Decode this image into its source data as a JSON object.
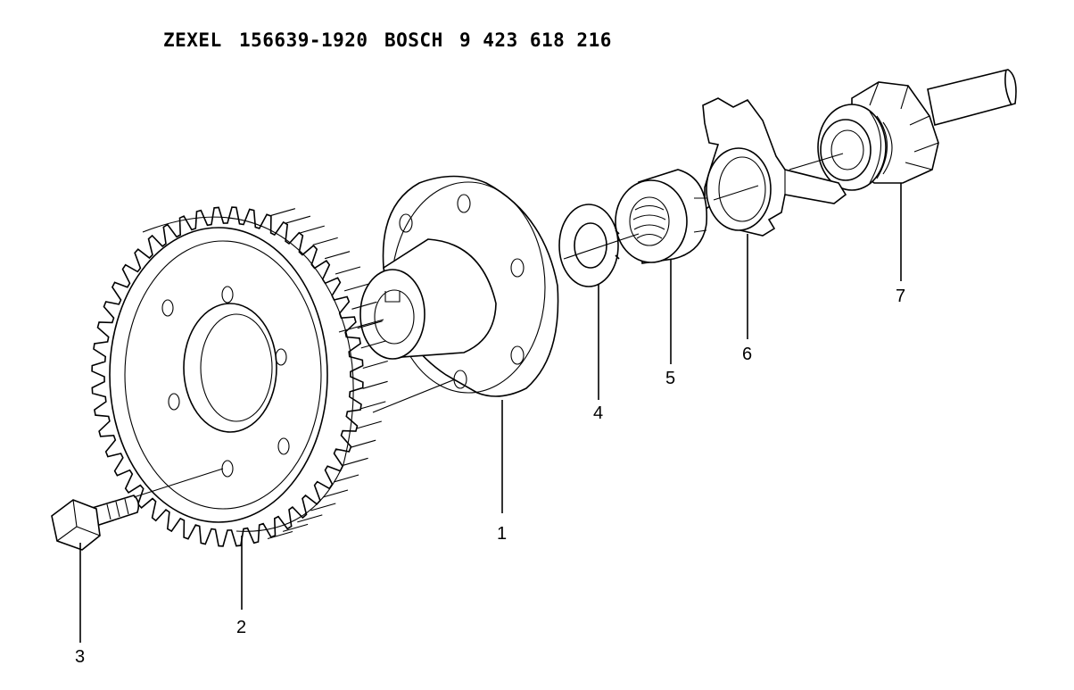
{
  "header": {
    "brand1": "ZEXEL",
    "part1": "156639-1920",
    "brand2": "BOSCH",
    "part2": "9 423 618 216"
  },
  "callouts": [
    {
      "id": "1",
      "text": "1"
    },
    {
      "id": "2",
      "text": "2"
    },
    {
      "id": "3",
      "text": "3"
    },
    {
      "id": "4",
      "text": "4"
    },
    {
      "id": "5",
      "text": "5"
    },
    {
      "id": "6",
      "text": "6"
    },
    {
      "id": "7",
      "text": "7"
    }
  ]
}
